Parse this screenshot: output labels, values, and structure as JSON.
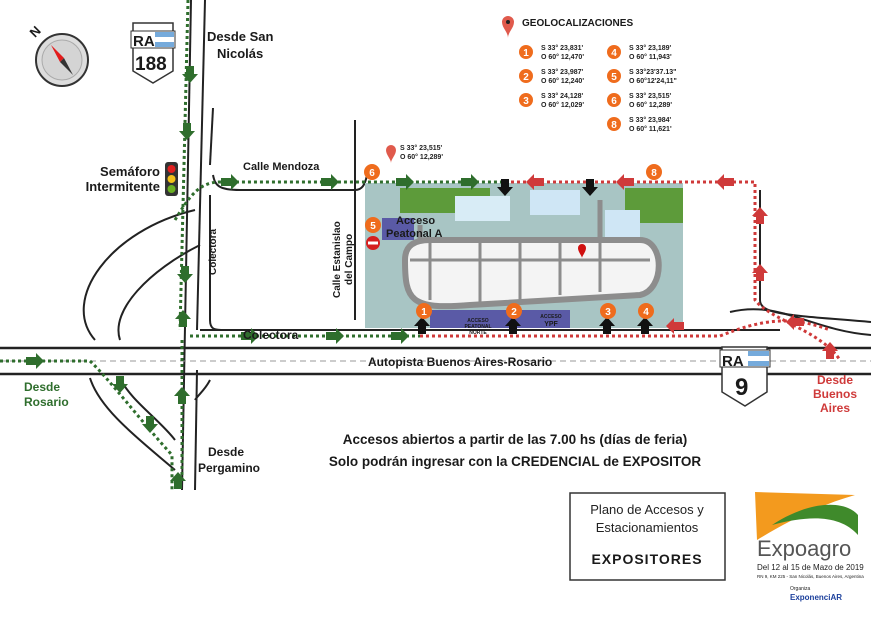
{
  "colors": {
    "route_green": "#2f6e2d",
    "route_red": "#cf3a3a",
    "venue": "#a8c5c4",
    "badge": "#ef6c1d",
    "logo_orange": "#f39a1e",
    "logo_green": "#3f8a2b"
  },
  "compass": {
    "label": "N"
  },
  "shields": {
    "ra188": {
      "prefix": "RA",
      "number": "188"
    },
    "ra9": {
      "prefix": "RA",
      "number": "9"
    }
  },
  "labels": {
    "desde_san_nicolas_1": "Desde San",
    "desde_san_nicolas_2": "Nicolás",
    "semaforo_1": "Semáforo",
    "semaforo_2": "Intermitente",
    "calle_mendoza": "Calle Mendoza",
    "colectora_v": "Colectora",
    "calle_estanislao_1": "Calle Estanislao",
    "calle_estanislao_2": "del Campo",
    "colectora_h": "Colectora",
    "autopista": "Autopista Buenos Aires-Rosario",
    "desde_rosario_1": "Desde",
    "desde_rosario_2": "Rosario",
    "desde_pergamino_1": "Desde",
    "desde_pergamino_2": "Pergamino",
    "desde_ba_1": "Desde",
    "desde_ba_2": "Buenos",
    "desde_ba_3": "Aires",
    "acceso_peatonal_a_1": "Acceso",
    "acceso_peatonal_a_2": "Peatonal A",
    "acceso_peatonal_norte_1": "ACCESO",
    "acceso_peatonal_norte_2": "PEATONAL",
    "acceso_peatonal_norte_3": "NORTE",
    "acceso_ypf_1": "ACCESO",
    "acceso_ypf_2": "YPF",
    "pin_lat": "S 33° 23,515'",
    "pin_lon": "O 60° 12,289'"
  },
  "geolocalizaciones": {
    "title": "GEOLOCALIZACIONES",
    "points": [
      {
        "n": "1",
        "lat": "S 33° 23,831'",
        "lon": "O 60° 12,470'"
      },
      {
        "n": "2",
        "lat": "S 33° 23,987'",
        "lon": "O 60° 12,240'"
      },
      {
        "n": "3",
        "lat": "S 33° 24,128'",
        "lon": "O 60° 12,029'"
      },
      {
        "n": "4",
        "lat": "S 33° 23,189'",
        "lon": "O 60° 11,943'"
      },
      {
        "n": "5",
        "lat": "S 33°23'37.13\"",
        "lon": "O 60°12'24,11\""
      },
      {
        "n": "6",
        "lat": "S 33° 23,515'",
        "lon": "O 60° 12,289'"
      },
      {
        "n": "8",
        "lat": "S 33° 23,984'",
        "lon": "O 60° 11,621'"
      }
    ]
  },
  "notice": {
    "line1": "Accesos abiertos a partir de las 7.00 hs (días de feria)",
    "line2": "Solo podrán ingresar con la CREDENCIAL de EXPOSITOR"
  },
  "plano": {
    "line1": "Plano de Accesos y",
    "line2": "Estacionamientos",
    "line3": "EXPOSITORES"
  },
  "logo": {
    "name": "Expoagro",
    "dates": "Del 12 al 15 de Mazo de 2019",
    "address": "RN 9, KM 225 - San Nicolás, Buenos Aires, Argentina",
    "organiza": "Organiza",
    "organizer": "ExponenciAR"
  }
}
